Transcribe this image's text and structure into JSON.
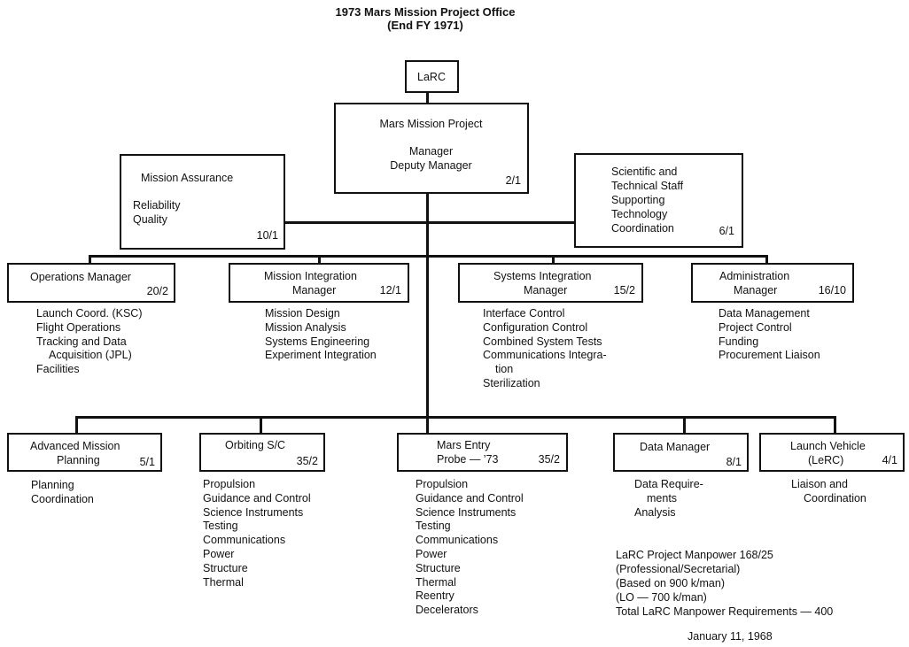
{
  "title": {
    "line1": "1973 Mars Mission Project Office",
    "line2": "(End FY 1971)"
  },
  "top": {
    "larc": {
      "label": "LaRC"
    },
    "project": {
      "title": "Mars Mission Project",
      "roles": [
        "Manager",
        "Deputy Manager"
      ],
      "manpower": "2/1"
    },
    "assurance": {
      "title": "Mission Assurance",
      "items": [
        "Reliability",
        "Quality"
      ],
      "manpower": "10/1"
    },
    "scientific": {
      "lines": [
        "Scientific and",
        "Technical Staff",
        "Supporting",
        "Technology",
        "Coordination"
      ],
      "manpower": "6/1"
    }
  },
  "row1": [
    {
      "title": [
        "Operations Manager"
      ],
      "manpower": "20/2",
      "items": [
        "Launch Coord. (KSC)",
        "Flight Operations",
        "Tracking and Data",
        "Acquisition (JPL)",
        "Facilities"
      ]
    },
    {
      "title": [
        "Mission Integration",
        "Manager"
      ],
      "manpower": "12/1",
      "items": [
        "Mission Design",
        "Mission Analysis",
        "Systems Engineering",
        "Experiment Integration"
      ]
    },
    {
      "title": [
        "Systems Integration",
        "Manager"
      ],
      "manpower": "15/2",
      "items": [
        "Interface Control",
        "Configuration Control",
        "Combined System Tests",
        "Communications Integra-",
        "tion",
        "Sterilization"
      ]
    },
    {
      "title": [
        "Administration",
        "Manager"
      ],
      "manpower": "16/10",
      "items": [
        "Data Management",
        "Project Control",
        "Funding",
        "Procurement Liaison"
      ]
    }
  ],
  "row2": [
    {
      "title": [
        "Advanced Mission",
        "Planning"
      ],
      "manpower": "5/1",
      "items": [
        "Planning",
        "Coordination"
      ]
    },
    {
      "title": [
        "Orbiting S/C"
      ],
      "manpower": "35/2",
      "items": [
        "Propulsion",
        "Guidance and Control",
        "Science Instruments",
        "Testing",
        "Communications",
        "Power",
        "Structure",
        "Thermal"
      ]
    },
    {
      "title": [
        "Mars Entry",
        "Probe — ’73"
      ],
      "manpower": "35/2",
      "items": [
        "Propulsion",
        "Guidance and Control",
        "Science Instruments",
        "Testing",
        "Communications",
        "Power",
        "Structure",
        "Thermal",
        "Reentry",
        "Decelerators"
      ]
    },
    {
      "title": [
        "Data Manager"
      ],
      "manpower": "8/1",
      "items": [
        "Data Require-",
        "ments",
        "Analysis"
      ]
    },
    {
      "title": [
        "Launch Vehicle",
        "(LeRC)"
      ],
      "manpower": "4/1",
      "items": [
        "Liaison and",
        "Coordination"
      ]
    }
  ],
  "notes": {
    "lines": [
      "LaRC Project Manpower 168/25",
      "(Professional/Secretarial)",
      "(Based on 900 k/man)",
      "(LO — 700 k/man)",
      "Total LaRC Manpower Requirements — 400"
    ],
    "date": "January 11, 1968"
  }
}
